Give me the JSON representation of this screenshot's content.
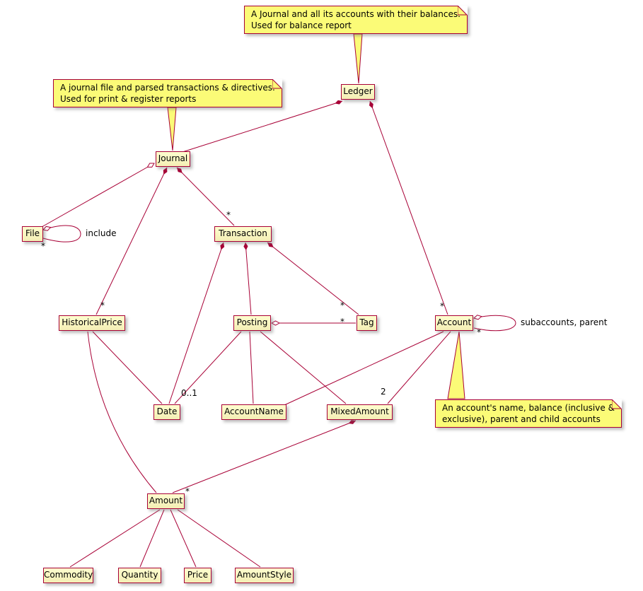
{
  "colors": {
    "line": "#A80036",
    "class_bg_top": "#FEFECE",
    "class_bg_bottom": "#F4EEB5",
    "note_bg": "#FBFB77",
    "background": "#FFFFFF",
    "text": "#000000"
  },
  "classes": {
    "ledger": "Ledger",
    "journal": "Journal",
    "file": "File",
    "transaction": "Transaction",
    "historical_price": "HistoricalPrice",
    "posting": "Posting",
    "tag": "Tag",
    "account": "Account",
    "date": "Date",
    "account_name": "AccountName",
    "mixed_amount": "MixedAmount",
    "amount": "Amount",
    "commodity": "Commodity",
    "quantity": "Quantity",
    "price": "Price",
    "amount_style": "AmountStyle"
  },
  "notes": {
    "ledger": {
      "line1": "A Journal and all its accounts with their balances.",
      "line2": "Used for balance report"
    },
    "journal": {
      "line1": "A journal file and parsed transactions & directives.",
      "line2": "Used for print & register reports"
    },
    "account": {
      "line1": "An account's name, balance (inclusive &",
      "line2": "exclusive), parent and child accounts"
    }
  },
  "edge_labels": {
    "many": "*",
    "zero_or_one": "0..1",
    "two": "2",
    "include": "include",
    "subaccounts": "subaccounts, parent"
  },
  "relationships": [
    {
      "from": "Ledger",
      "to": "Journal",
      "type": "composition"
    },
    {
      "from": "Ledger",
      "to": "Account",
      "type": "composition",
      "multiplicity": "*"
    },
    {
      "from": "Journal",
      "to": "File",
      "type": "aggregation"
    },
    {
      "from": "Journal",
      "to": "Transaction",
      "type": "composition",
      "multiplicity": "*"
    },
    {
      "from": "Journal",
      "to": "HistoricalPrice",
      "type": "composition",
      "multiplicity": "*"
    },
    {
      "from": "File",
      "to": "File",
      "type": "aggregation",
      "label": "include",
      "multiplicity": "*"
    },
    {
      "from": "Transaction",
      "to": "Posting",
      "type": "composition"
    },
    {
      "from": "Transaction",
      "to": "Tag",
      "type": "composition",
      "multiplicity": "*"
    },
    {
      "from": "Transaction",
      "to": "Date",
      "type": "composition"
    },
    {
      "from": "Posting",
      "to": "Tag",
      "type": "aggregation",
      "multiplicity": "*"
    },
    {
      "from": "Posting",
      "to": "Date",
      "type": "association",
      "multiplicity": "0..1"
    },
    {
      "from": "Posting",
      "to": "AccountName",
      "type": "association"
    },
    {
      "from": "Posting",
      "to": "MixedAmount",
      "type": "association"
    },
    {
      "from": "Account",
      "to": "AccountName",
      "type": "association"
    },
    {
      "from": "Account",
      "to": "MixedAmount",
      "type": "association",
      "multiplicity": "2"
    },
    {
      "from": "Account",
      "to": "Account",
      "type": "aggregation",
      "label": "subaccounts, parent",
      "multiplicity": "*"
    },
    {
      "from": "MixedAmount",
      "to": "Amount",
      "type": "composition",
      "multiplicity": "*"
    },
    {
      "from": "HistoricalPrice",
      "to": "Date",
      "type": "association"
    },
    {
      "from": "HistoricalPrice",
      "to": "Amount",
      "type": "association"
    },
    {
      "from": "Amount",
      "to": "Commodity",
      "type": "association"
    },
    {
      "from": "Amount",
      "to": "Quantity",
      "type": "association"
    },
    {
      "from": "Amount",
      "to": "Price",
      "type": "association"
    },
    {
      "from": "Amount",
      "to": "AmountStyle",
      "type": "association"
    }
  ]
}
